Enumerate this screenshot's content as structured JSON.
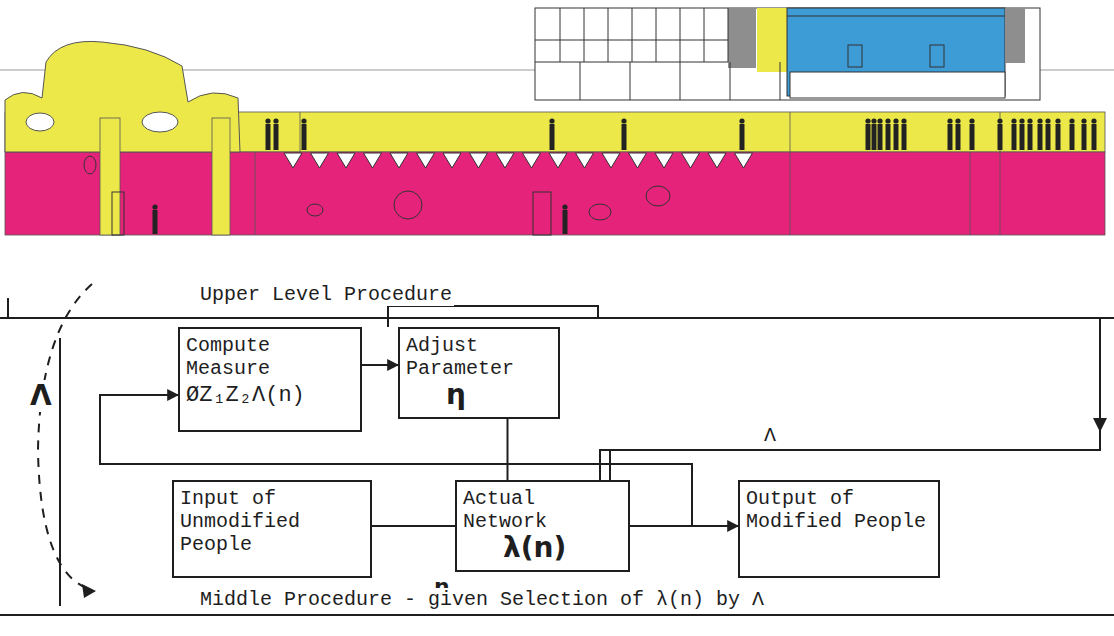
{
  "diagram": {
    "nodes": [
      {
        "text": [
          "Compute Measure",
          "ØZ₁Z₂Λ(n)"
        ]
      },
      {
        "text": [
          "Adjust Parameter",
          "η"
        ]
      },
      {
        "text": [
          "Input of Unmodified People"
        ]
      },
      {
        "text": [
          "Actual Network",
          "λ(n)"
        ]
      },
      {
        "text": [
          "Output of Modified People"
        ]
      }
    ],
    "edges": [
      {
        "from": 0,
        "to": 1,
        "arrow": "to"
      },
      {
        "from": 2,
        "to": 3,
        "arrow": "none"
      },
      {
        "from": 3,
        "to": 4,
        "arrow": "to"
      },
      {
        "from": 1,
        "to": 3,
        "arrow": "none"
      },
      {
        "from": 3,
        "to": 0,
        "arrow": "to"
      }
    ],
    "labels": [
      "Upper Level Procedure",
      "Λ",
      "Λ",
      "η",
      "Middle Procedure - given Selection of λ(n) by Λ"
    ]
  }
}
